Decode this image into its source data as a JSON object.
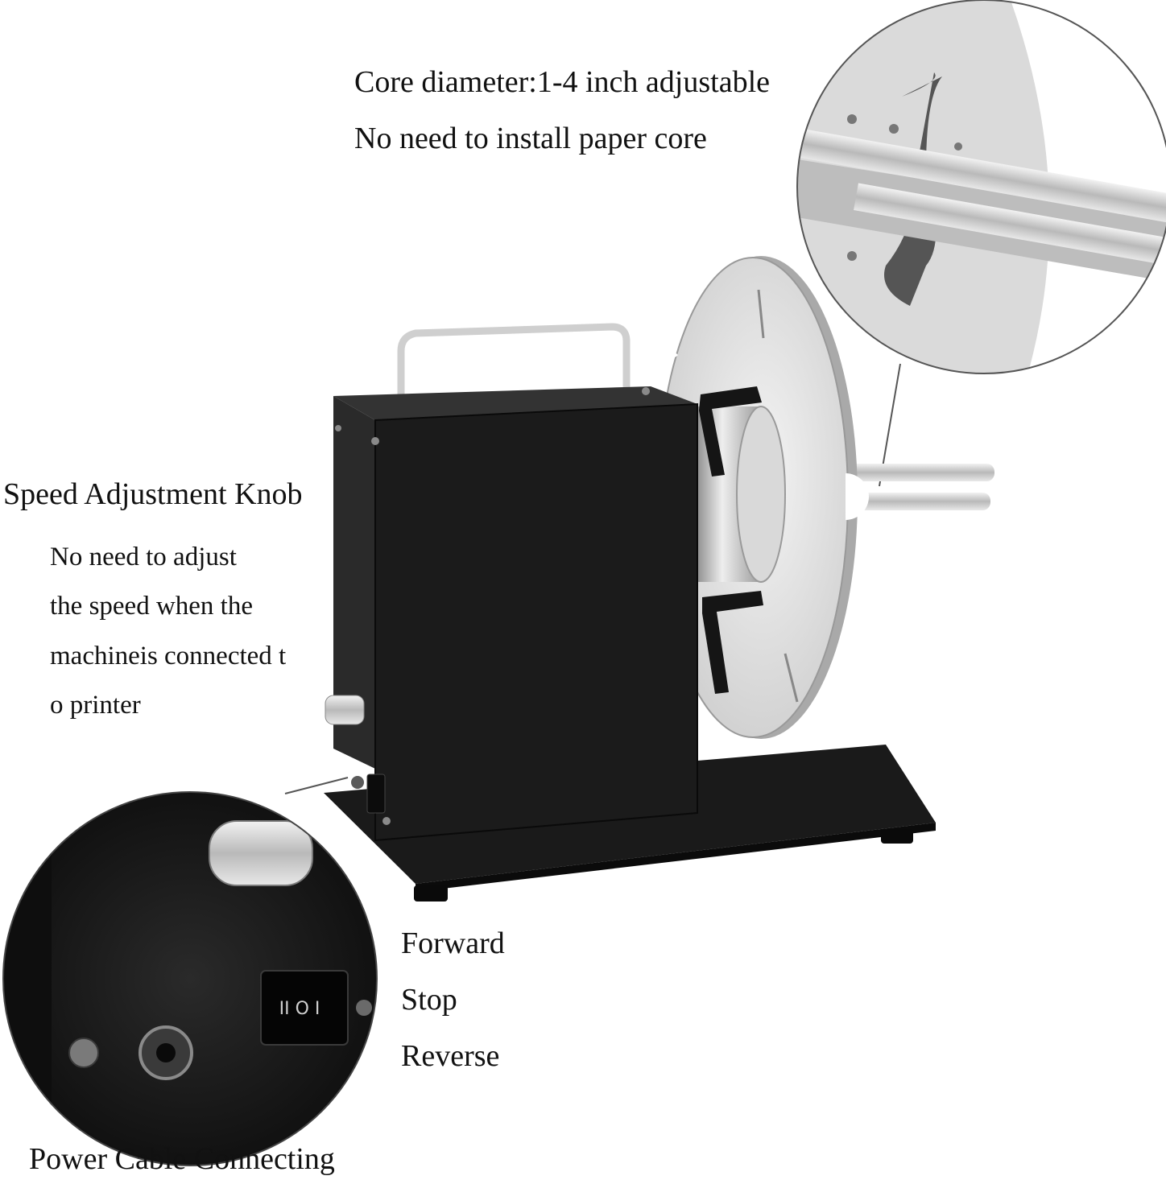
{
  "callouts": {
    "core": {
      "line1": "Core diameter:1-4 inch adjustable",
      "line2": "No need to install paper core"
    },
    "speed": {
      "title": "Speed Adjustment Knob",
      "desc_lines": [
        "No need to adjust",
        "the speed when the",
        "machineis connected t",
        "o printer"
      ]
    },
    "switch": {
      "options": [
        "Forward",
        "Stop",
        "Reverse"
      ],
      "glyphs": "II O I"
    },
    "power": {
      "label": "Power Cable Connecting"
    }
  },
  "colors": {
    "machine_body": "#1b1b1b",
    "steel": "#c8c8c8",
    "background": "#ffffff"
  }
}
